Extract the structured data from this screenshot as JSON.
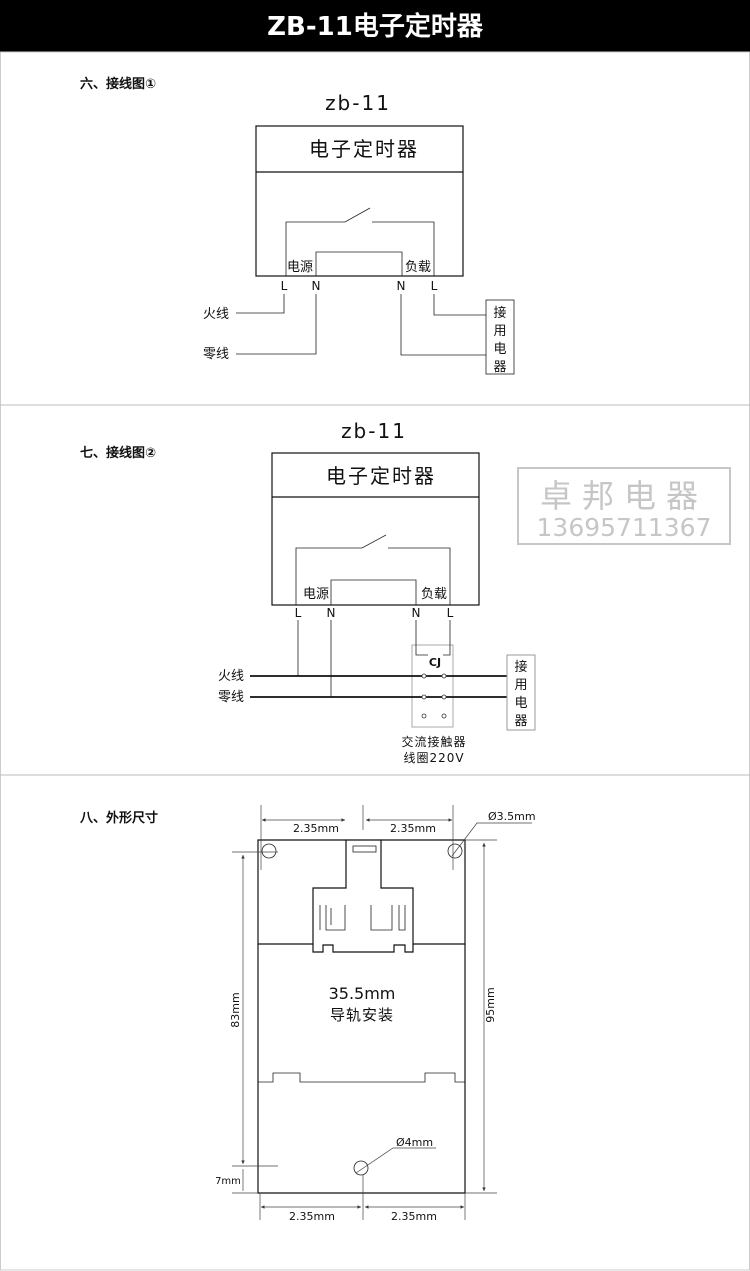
{
  "header": {
    "title": "ZB-11电子定时器",
    "background": "#000000",
    "color": "#ffffff"
  },
  "section1": {
    "heading": "六、接线图①",
    "model": "zb-11",
    "device_title": "电子定时器",
    "power_label": "电源",
    "load_label": "负载",
    "terminals": [
      "L",
      "N",
      "N",
      "L"
    ],
    "live_label": "火线",
    "neutral_label": "零线",
    "appliance_chars": [
      "接",
      "用",
      "电",
      "器"
    ]
  },
  "section2": {
    "heading": "七、接线图②",
    "model": "zb-11",
    "device_title": "电子定时器",
    "power_label": "电源",
    "load_label": "负载",
    "terminals": [
      "L",
      "N",
      "N",
      "L"
    ],
    "live_label": "火线",
    "neutral_label": "零线",
    "contactor_code": "CJ",
    "contactor_label_line1": "交流接触器",
    "contactor_label_line2": "线圈220V",
    "appliance_chars": [
      "接",
      "用",
      "电",
      "器"
    ],
    "watermark_name": "卓邦电器",
    "watermark_phone": "13695711367"
  },
  "section3": {
    "heading": "八、外形尺寸",
    "top_left_dim": "2.35mm",
    "top_right_dim": "2.35mm",
    "hole_top_dim": "Ø3.5mm",
    "rail_width": "35.5mm",
    "rail_label": "导轨安装",
    "left_height_dim": "83mm",
    "bottom_offset_dim": "7mm",
    "right_height_dim": "95mm",
    "hole_bottom_dim": "Ø4mm",
    "bottom_left_dim": "2.35mm",
    "bottom_right_dim": "2.35mm"
  }
}
